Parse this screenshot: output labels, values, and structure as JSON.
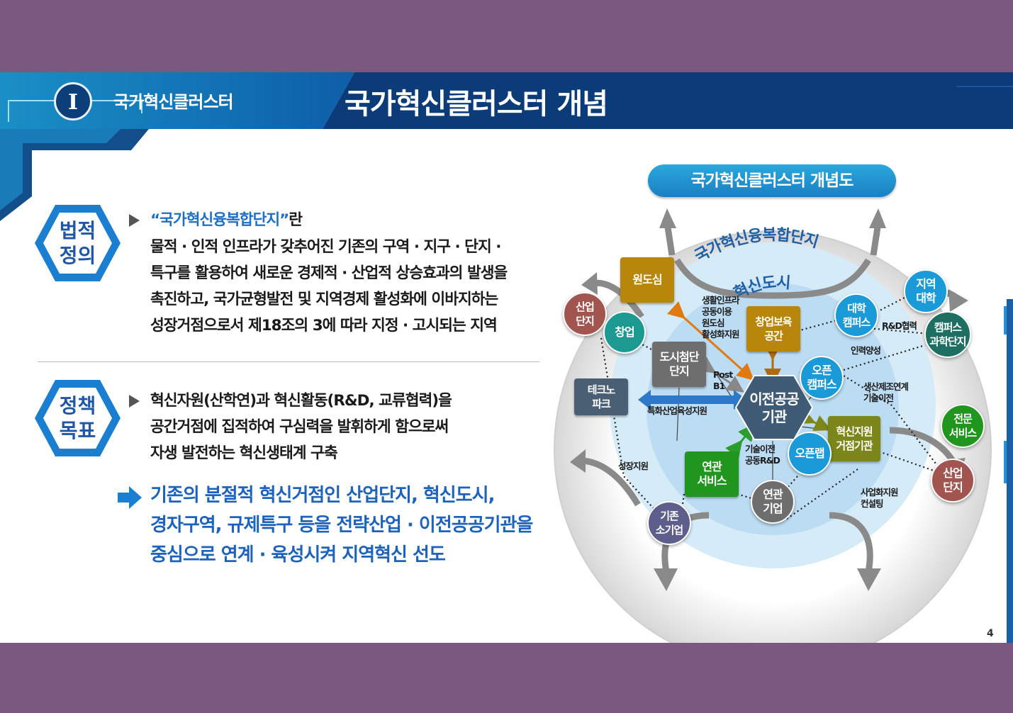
{
  "header": {
    "section_number": "I",
    "section_label": "국가혁신클러스터",
    "title": "국가혁신클러스터 개념"
  },
  "legal_definition": {
    "badge": [
      "법적",
      "정의"
    ],
    "term": "“국가혁신융복합단지”",
    "term_suffix": "란",
    "lines": [
      "물적 · 인적 인프라가 갖추어진 기존의 구역 · 지구 · 단지 ·",
      "특구를 활용하여 새로운 경제적 · 산업적 상승효과의 발생을",
      "촉진하고, 국가균형발전 및 지역경제 활성화에 이바지하는",
      "성장거점으로서 제18조의 3에 따라 지정 · 고시되는 지역"
    ]
  },
  "policy_goal": {
    "badge": [
      "정책",
      "목표"
    ],
    "lines": [
      "혁신자원(산학연)과 혁신활동(R&D, 교류협력)을",
      "공간거점에 집적하여 구심력을 발휘하게 함으로써",
      "자생 발전하는 혁신생태계 구축"
    ]
  },
  "conclusion": {
    "lines": [
      "기존의 분절적 혁신거점인 산업단지, 혁신도시,",
      "경자구역, 규제특구 등을 전략산업 · 이전공공기관을",
      "중심으로 연계 · 육성시켜 지역혁신 선도"
    ]
  },
  "diagram": {
    "title": "국가혁신클러스터 개념도",
    "outer_ring_label": "국가혁신융복합단지",
    "inner_ring_label": "혁신도시",
    "center": [
      "이전공공",
      "기관"
    ],
    "nodes": {
      "wondosim": "원도심",
      "changup_boyuk": [
        "창업보육",
        "공간"
      ],
      "dosi_chumdan": [
        "도시첨단",
        "단지"
      ],
      "techno_park": [
        "테크노",
        "파크"
      ],
      "hyeoksin_geojeom": [
        "혁신지원",
        "거점기관"
      ],
      "yeongwan_service": [
        "연관",
        "서비스"
      ],
      "sanup_danji_left": [
        "산업",
        "단지"
      ],
      "changup": "창업",
      "univ_campus": [
        "대학",
        "캠퍼스"
      ],
      "open_campus": [
        "오픈",
        "캠퍼스"
      ],
      "open_lab": "오픈랩",
      "yeongwan_gieop": [
        "연관",
        "기업"
      ],
      "gijon_sogieop": [
        "기존",
        "소기업"
      ],
      "jiyeok_daehak": [
        "지역",
        "대학"
      ],
      "campus_science": [
        "캠퍼스",
        "과학단지"
      ],
      "jeonmun_service": [
        "전문",
        "서비스"
      ],
      "sanup_danji_right": [
        "산업",
        "단지"
      ]
    },
    "labels": {
      "living_infra": [
        "생활인프라",
        "공동이용",
        "원도심",
        "활성화지원"
      ],
      "post_b1": [
        "Post",
        "B1"
      ],
      "special_industry": "특화산업육성지원",
      "tech_transfer": [
        "기술이전",
        "공동R&D"
      ],
      "rnd_coop": "R&D협력",
      "manpower": "인력양성",
      "production_link": [
        "생산제조연계",
        "기술이전"
      ],
      "growth_support": "성장지원",
      "commercial_support": [
        "사업화지원",
        "컨설팅"
      ]
    },
    "colors": {
      "gold": "#b7860b",
      "gray": "#6e6e6e",
      "slate": "#4a5f73",
      "olive": "#7c861a",
      "green": "#2a9d2c",
      "maroon": "#a2554f",
      "teal": "#1c9a92",
      "blue": "#1a9ad6",
      "dark_teal": "#1e6e62",
      "purple": "#5e5e8c"
    }
  },
  "page_number": "4"
}
